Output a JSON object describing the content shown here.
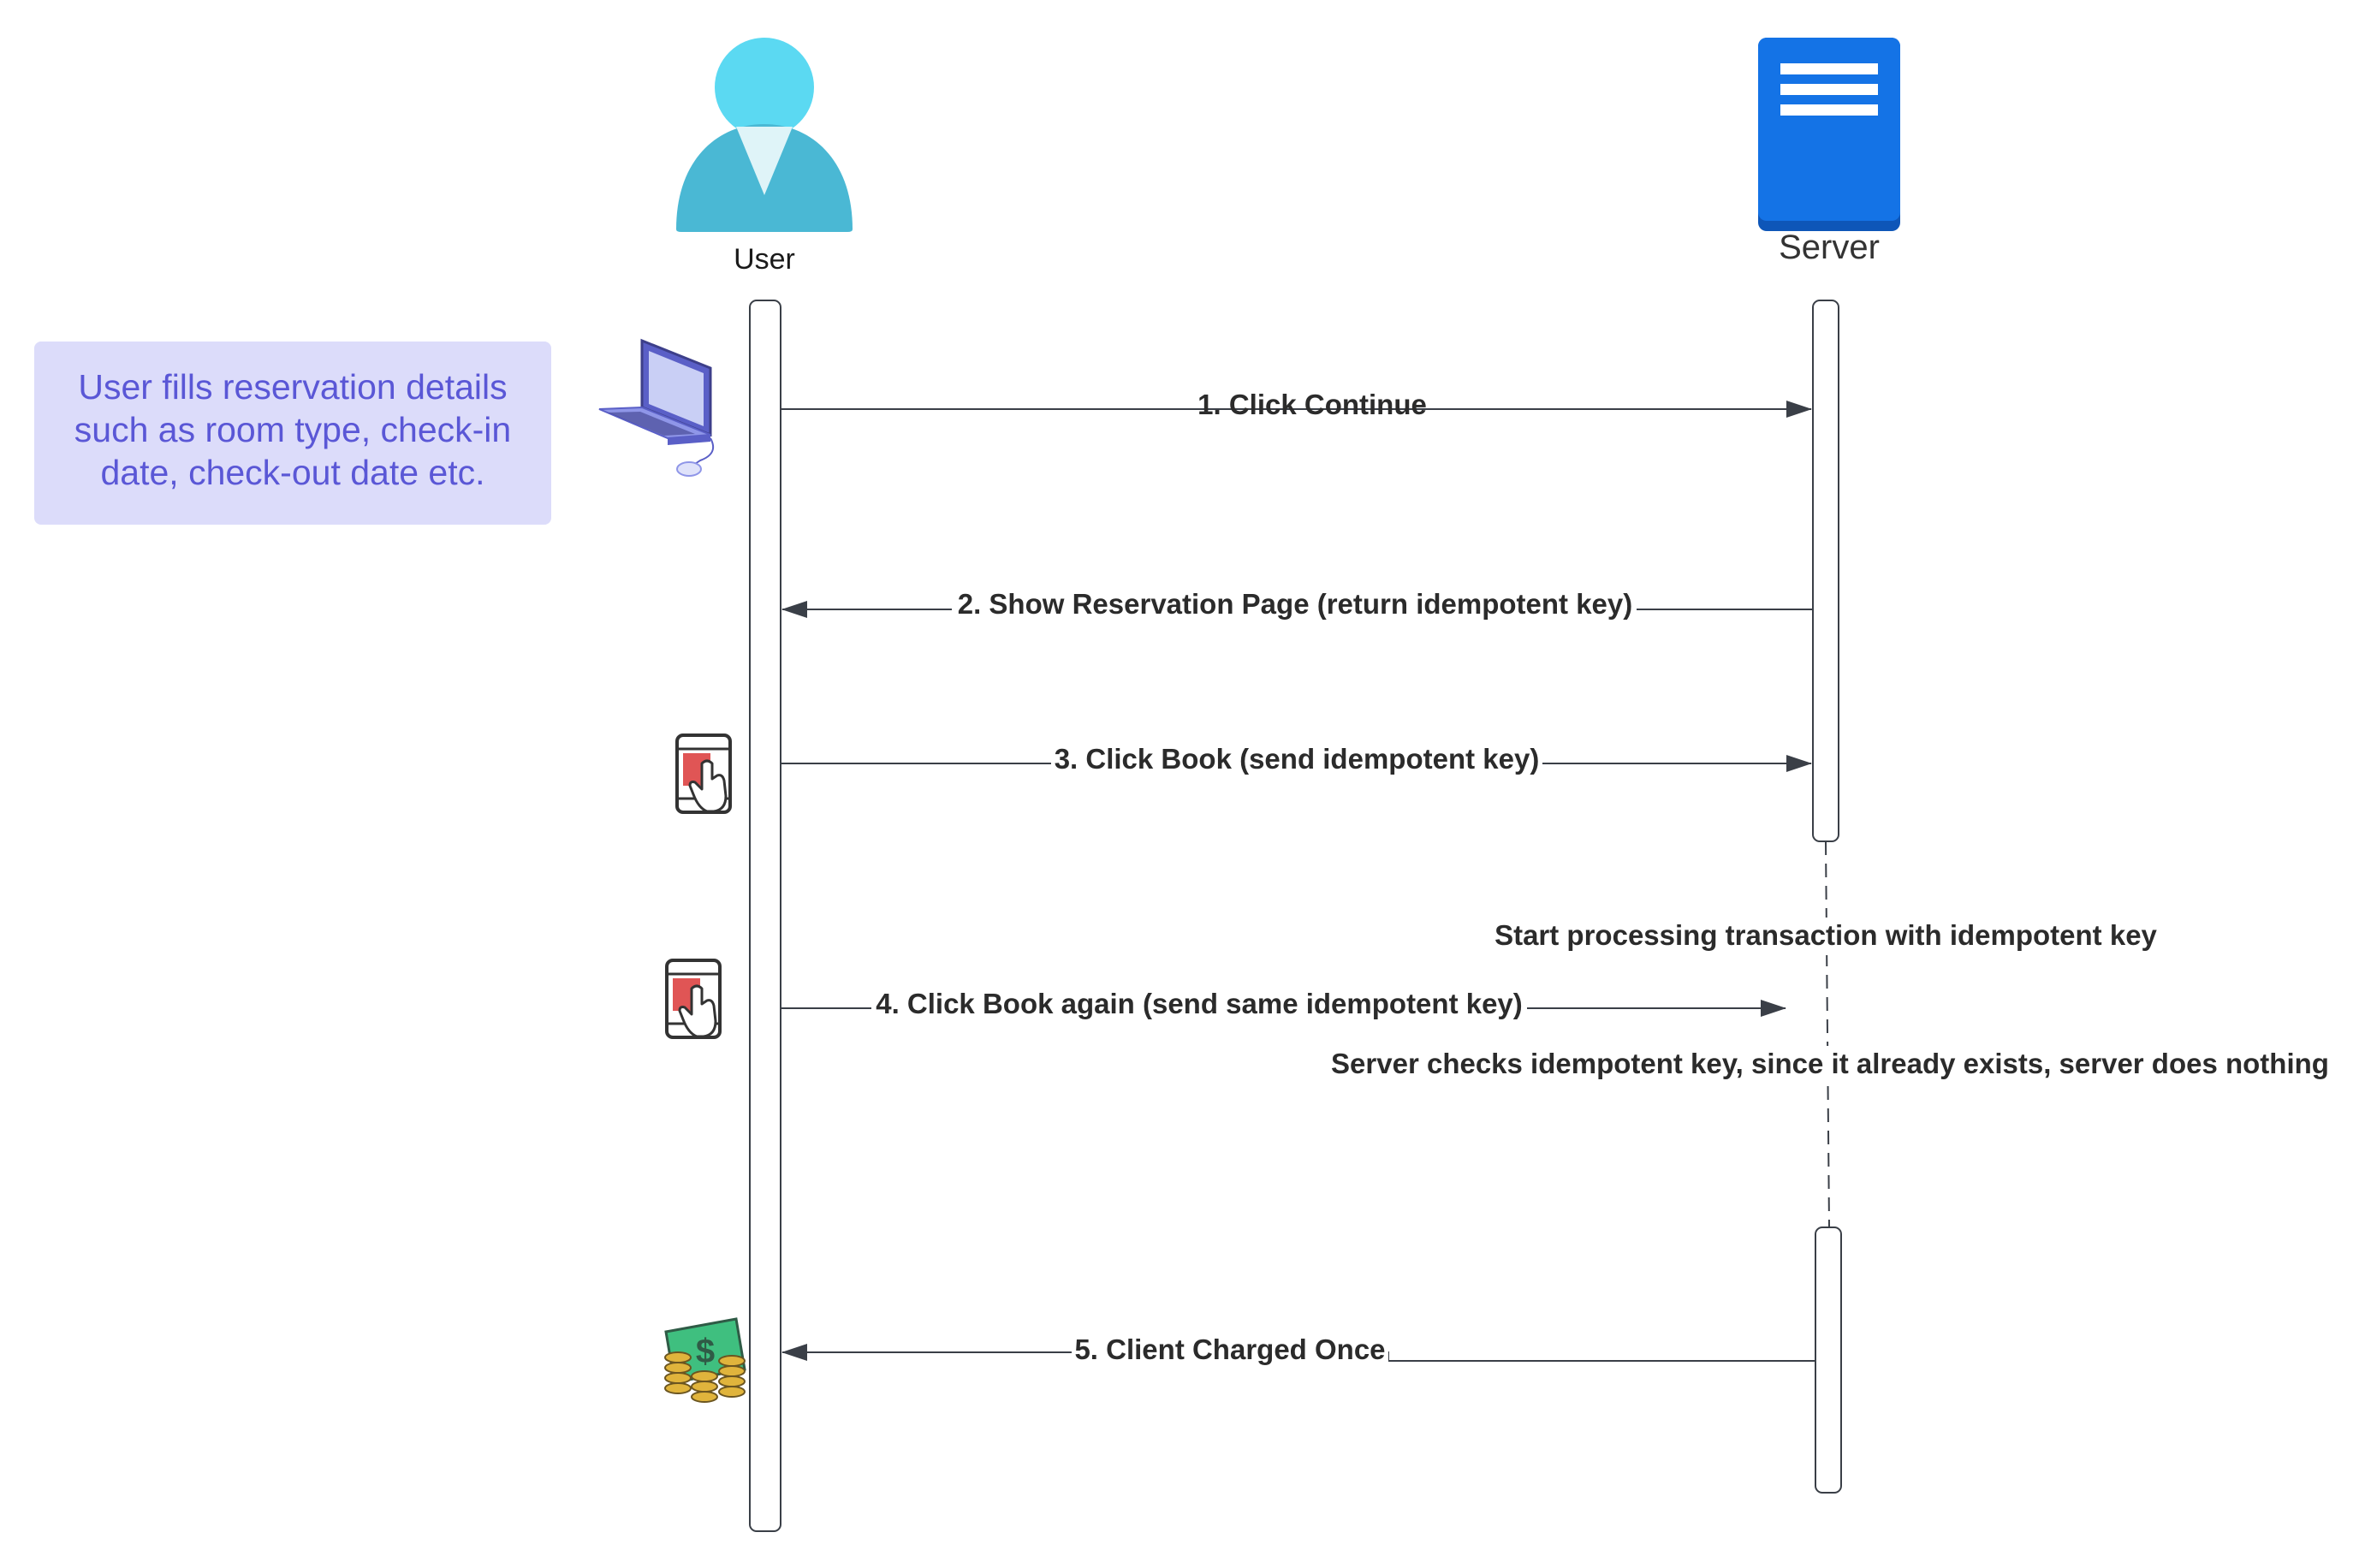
{
  "actors": {
    "user": {
      "label": "User"
    },
    "server": {
      "label": "Server"
    }
  },
  "note": {
    "lines": [
      "User fills reservation details",
      "such as room type, check-in",
      "date, check-out date etc."
    ]
  },
  "messages": [
    {
      "label": "1. Click Continue"
    },
    {
      "label": "2. Show Reservation Page (return idempotent key)"
    },
    {
      "label": "3. Click Book (send idempotent key)"
    },
    {
      "label": "4. Click Book again (send same idempotent key)"
    },
    {
      "label": "5. Client Charged Once"
    }
  ],
  "annotations": [
    {
      "label": "Start  processing transaction with idempotent key"
    },
    {
      "label": "Server checks idempotent key, since it already exists, server does nothing"
    }
  ],
  "icons": [
    "user-icon",
    "server-icon",
    "laptop-icon",
    "phone-tap-icon",
    "money-icon"
  ],
  "colors": {
    "user_icon": "#4fc3dd",
    "server_icon": "#1473e6",
    "note_bg": "#dcdcfa",
    "note_text": "#5a57d6",
    "line": "#3a3f47"
  }
}
